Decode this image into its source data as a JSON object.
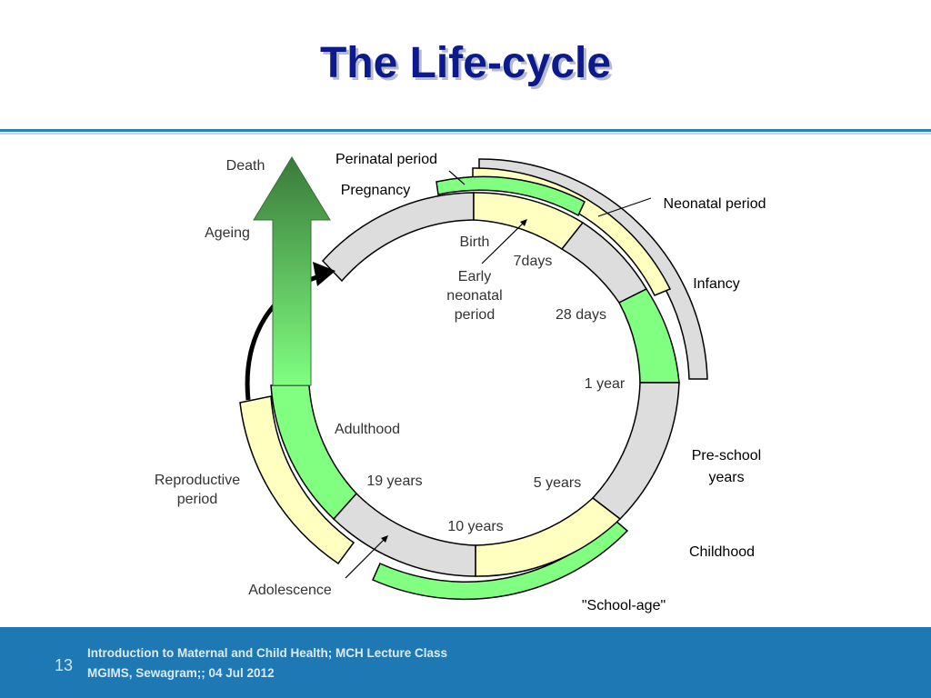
{
  "slide": {
    "title": "The Life-cycle",
    "page_number": "13",
    "footer_line1": "Introduction to Maternal and Child Health; MCH Lecture Class",
    "footer_line2": "MGIMS, Sewagram;; 04 Jul  2012"
  },
  "diagram": {
    "outer_labels": {
      "death": "Death",
      "ageing": "Ageing",
      "perinatal": "Perinatal period",
      "pregnancy": "Pregnancy",
      "neonatal": "Neonatal period",
      "infancy": "Infancy",
      "preschool_line1": "Pre-school",
      "preschool_line2": "years",
      "childhood": "Childhood",
      "school_age": "\"School-age\"",
      "adolescence": "Adolescence",
      "reproductive_line1": "Reproductive",
      "reproductive_line2": "period"
    },
    "inner_labels": {
      "birth": "Birth",
      "seven_days": "7days",
      "early_line1": "Early",
      "early_line2": "neonatal",
      "early_line3": "period",
      "twentyeight_days": "28 days",
      "one_year": "1 year",
      "adulthood": "Adulthood",
      "nineteen_years": "19 years",
      "five_years": "5 years",
      "ten_years": "10 years"
    },
    "colors": {
      "green": "#80ff80",
      "yellow": "#ffffbf",
      "gray": "#dddddd",
      "arrow_dark": "#3a7a3a"
    }
  }
}
